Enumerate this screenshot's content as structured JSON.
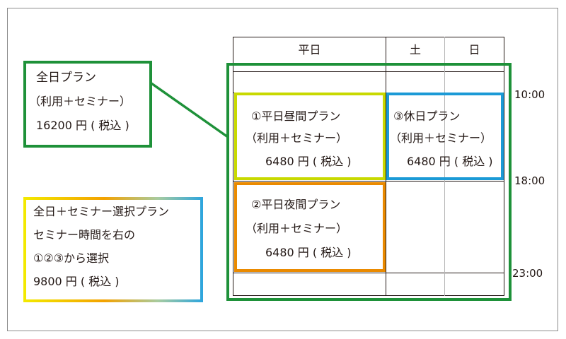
{
  "colors": {
    "green": "#1e9139",
    "yellow": "#c8d900",
    "blue": "#1b9ad6",
    "orange": "#ea8a00"
  },
  "table": {
    "header_weekday": "平日",
    "header_sat": "土",
    "header_sun": "日"
  },
  "times": {
    "t1": "10:00",
    "t2": "18:00",
    "t3": "23:00"
  },
  "plans": {
    "allday": {
      "line1": "全日プラン",
      "line2": "（利用＋セミナー）",
      "line3": "16200 円 ( 税込 )"
    },
    "weekday_day": {
      "line1": "①平日昼間プラン",
      "line2": "（利用＋セミナー）",
      "line3": "6480 円 ( 税込 )"
    },
    "holiday": {
      "line1": "③休日プラン",
      "line2": "（利用＋セミナー）",
      "line3": "6480 円 ( 税込 )"
    },
    "weekday_night": {
      "line1": "②平日夜間プラン",
      "line2": "（利用＋セミナー）",
      "line3": "6480 円 ( 税込 )"
    },
    "seminar_select": {
      "line1": "全日＋セミナー選択プラン",
      "line2": "セミナー時間を右の",
      "line3": "①②③から選択",
      "line4": "9800 円 ( 税込 )"
    }
  }
}
